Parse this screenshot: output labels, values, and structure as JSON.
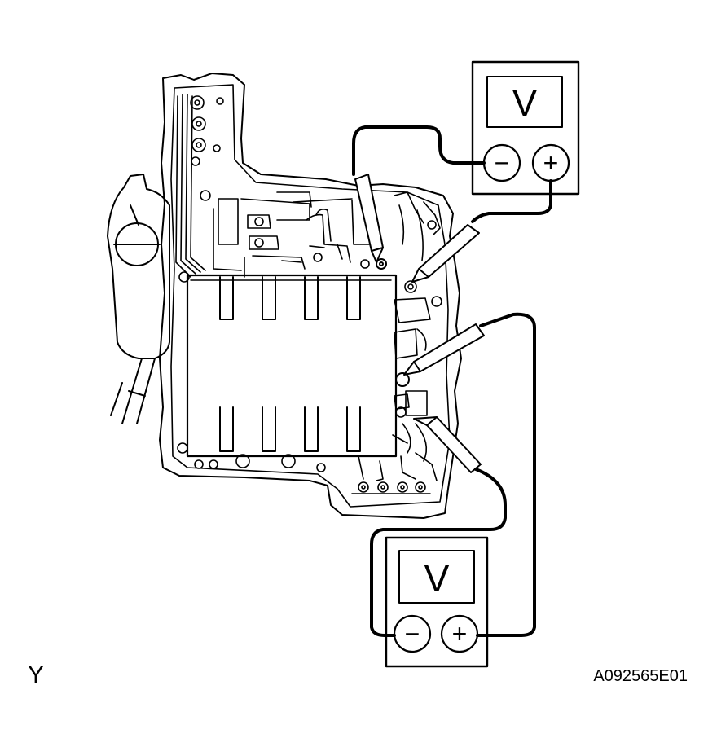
{
  "figure": {
    "corner_letter": "Y",
    "figure_id": "A092565E01"
  },
  "meters": [
    {
      "id": "upper",
      "display_unit": "V",
      "minus_symbol": "−",
      "plus_symbol": "+"
    },
    {
      "id": "lower",
      "display_unit": "V",
      "minus_symbol": "−",
      "plus_symbol": "+"
    }
  ],
  "colors": {
    "line": "#000000",
    "background": "#ffffff"
  }
}
